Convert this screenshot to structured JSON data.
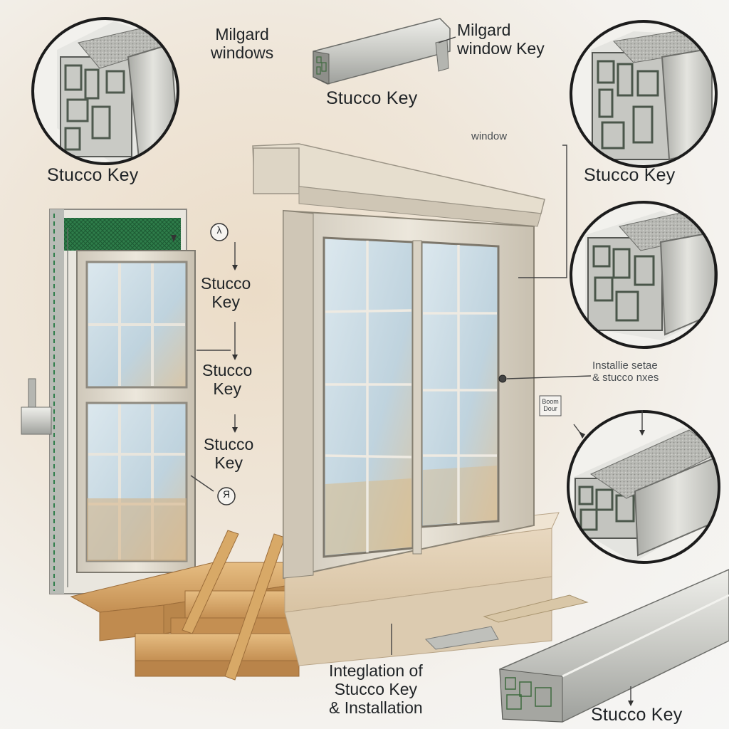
{
  "labels": {
    "brand_top": [
      "Milgard",
      "windows"
    ],
    "brand_key": [
      "Milgard",
      "window Key"
    ],
    "stucco_key_top": "Stucco Key",
    "window": "window",
    "circle_tl": "Stucco Key",
    "circle_tr": "Stucco Key",
    "callout_1": [
      "Stucco",
      "Key"
    ],
    "callout_2": [
      "Stucco",
      "Key"
    ],
    "callout_3": [
      "Stucco",
      "Key"
    ],
    "marker_top": "λ",
    "marker_bottom": "Я",
    "installation": [
      "Installie setae",
      "& stucco nxes"
    ],
    "small_tag": [
      "Boom",
      "Dour"
    ],
    "integration": [
      "Integlation of",
      "Stucco Key",
      "& Installation"
    ],
    "bottom_right": "Stucco Key"
  },
  "colors": {
    "frame": "#d9d2c4",
    "glass": "#c9dce6",
    "wood": "#d7a86c",
    "stucco": "#e5d3b9",
    "metal": "#c8c9c5",
    "mesh": "#2f8f4e"
  }
}
